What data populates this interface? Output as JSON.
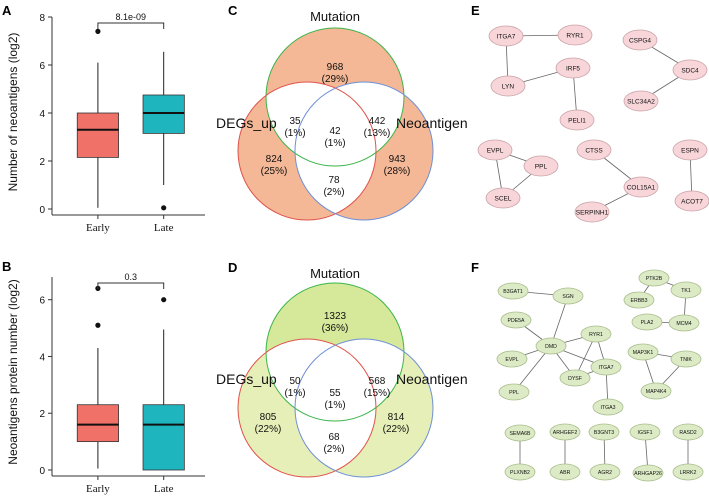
{
  "panels": {
    "A": {
      "letter": "A",
      "chart_data": {
        "type": "boxplot",
        "ylabel": "Number of neoantigens (log2)",
        "categories": [
          "Early",
          "Late"
        ],
        "ylim": [
          0,
          8
        ],
        "yticks": [
          "0",
          "2",
          "4",
          "6",
          "8"
        ],
        "boxes": [
          {
            "name": "Early",
            "color": "#f07167",
            "min": 0.05,
            "q1": 2.15,
            "median": 3.3,
            "q3": 4.0,
            "max": 6.1,
            "outliers": [
              7.4
            ]
          },
          {
            "name": "Late",
            "color": "#1fb5bf",
            "min": 1.0,
            "q1": 3.15,
            "median": 4.0,
            "q3": 4.75,
            "max": 6.55,
            "outliers": [
              0.05
            ]
          }
        ],
        "pvalue": "8.1e-09"
      }
    },
    "B": {
      "letter": "B",
      "chart_data": {
        "type": "boxplot",
        "ylabel": "Neoantigens protein number (log2)",
        "categories": [
          "Early",
          "Late"
        ],
        "ylim": [
          0,
          6.8
        ],
        "yticks": [
          "0",
          "2",
          "4",
          "6"
        ],
        "boxes": [
          {
            "name": "Early",
            "color": "#f07167",
            "min": 0.05,
            "q1": 1.0,
            "median": 1.6,
            "q3": 2.3,
            "max": 4.3,
            "outliers": [
              5.1,
              6.4
            ]
          },
          {
            "name": "Late",
            "color": "#1fb5bf",
            "min": 0.0,
            "q1": 0.0,
            "median": 1.6,
            "q3": 2.3,
            "max": 4.95,
            "outliers": [
              6.0
            ]
          }
        ],
        "pvalue": "0.3"
      }
    },
    "C": {
      "letter": "C",
      "sets": {
        "top": "Mutation",
        "left": "DEGs_up",
        "right": "Neoantigen"
      },
      "regions": {
        "mutation_only": {
          "n": "968",
          "pct": "(29%)"
        },
        "degs_mutation": {
          "n": "35",
          "pct": "(1%)"
        },
        "mutation_neoantigen": {
          "n": "442",
          "pct": "(13%)"
        },
        "all_three": {
          "n": "42",
          "pct": "(1%)"
        },
        "degs_only": {
          "n": "824",
          "pct": "(25%)"
        },
        "neoantigen_only": {
          "n": "943",
          "pct": "(28%)"
        },
        "degs_neoantigen": {
          "n": "78",
          "pct": "(2%)"
        }
      },
      "fill": "#f4b896"
    },
    "D": {
      "letter": "D",
      "sets": {
        "top": "Mutation",
        "left": "DEGs_up",
        "right": "Neoantigen"
      },
      "regions": {
        "mutation_only": {
          "n": "1323",
          "pct": "(36%)"
        },
        "degs_mutation": {
          "n": "50",
          "pct": "(1%)"
        },
        "mutation_neoantigen": {
          "n": "568",
          "pct": "(15%)"
        },
        "all_three": {
          "n": "55",
          "pct": "(1%)"
        },
        "degs_only": {
          "n": "805",
          "pct": "(22%)"
        },
        "neoantigen_only": {
          "n": "814",
          "pct": "(22%)"
        },
        "degs_neoantigen": {
          "n": "68",
          "pct": "(2%)"
        }
      },
      "fill": "#d6e89a",
      "fill_light": "#e7efb8"
    },
    "E": {
      "letter": "E",
      "node_color": "#f8d5d9",
      "node_stroke": "#c9a2a8",
      "nodes": [
        "ITGA7",
        "RYR1",
        "LYN",
        "IRF5",
        "PELI1",
        "CSPG4",
        "SDC4",
        "SLC34A2",
        "EVPL",
        "PPL",
        "SCEL",
        "CTSS",
        "COL15A1",
        "SERPINH1",
        "ESPN",
        "ACOT7"
      ],
      "edges": [
        [
          "ITGA7",
          "RYR1"
        ],
        [
          "ITGA7",
          "LYN"
        ],
        [
          "LYN",
          "IRF5"
        ],
        [
          "IRF5",
          "PELI1"
        ],
        [
          "CSPG4",
          "SDC4"
        ],
        [
          "SDC4",
          "SLC34A2"
        ],
        [
          "EVPL",
          "PPL"
        ],
        [
          "EVPL",
          "SCEL"
        ],
        [
          "PPL",
          "SCEL"
        ],
        [
          "CTSS",
          "COL15A1"
        ],
        [
          "COL15A1",
          "SERPINH1"
        ],
        [
          "ESPN",
          "ACOT7"
        ]
      ]
    },
    "F": {
      "letter": "F",
      "node_color": "#dcebc6",
      "node_stroke": "#a9bd8c",
      "nodes": [
        "B3GAT1",
        "SGN",
        "PDE5A",
        "RYR1",
        "DMD",
        "EVPL",
        "PPL",
        "DYSF",
        "ITGA7",
        "ITGA3",
        "PTK2B",
        "ERBB3",
        "TK1",
        "PLA2",
        "MCM4",
        "MAP3K1",
        "TNIK",
        "MAP4K4",
        "SEMA6B",
        "PLXNB2",
        "ARHGEF2",
        "ABR",
        "B3GNT3",
        "AGR2",
        "IGSF1",
        "ARHGAP26",
        "RASD2",
        "LRRK2"
      ],
      "edges": [
        [
          "B3GAT1",
          "SGN"
        ],
        [
          "SGN",
          "DMD"
        ],
        [
          "PDE5A",
          "DMD"
        ],
        [
          "RYR1",
          "DMD"
        ],
        [
          "EVPL",
          "DMD"
        ],
        [
          "PPL",
          "DMD"
        ],
        [
          "DMD",
          "DYSF"
        ],
        [
          "DMD",
          "ITGA7"
        ],
        [
          "RYR1",
          "DYSF"
        ],
        [
          "RYR1",
          "ITGA7"
        ],
        [
          "DYSF",
          "ITGA7"
        ],
        [
          "ITGA7",
          "ITGA3"
        ],
        [
          "PTK2B",
          "ERBB3"
        ],
        [
          "PTK2B",
          "TK1"
        ],
        [
          "TK1",
          "MCM4"
        ],
        [
          "PLA2",
          "MCM4"
        ],
        [
          "MAP3K1",
          "TNIK"
        ],
        [
          "MAP3K1",
          "MAP4K4"
        ],
        [
          "TNIK",
          "MAP4K4"
        ],
        [
          "SEMA6B",
          "PLXNB2"
        ],
        [
          "ARHGEF2",
          "ABR"
        ],
        [
          "B3GNT3",
          "AGR2"
        ],
        [
          "IGSF1",
          "ARHGAP26"
        ],
        [
          "RASD2",
          "LRRK2"
        ]
      ]
    }
  }
}
